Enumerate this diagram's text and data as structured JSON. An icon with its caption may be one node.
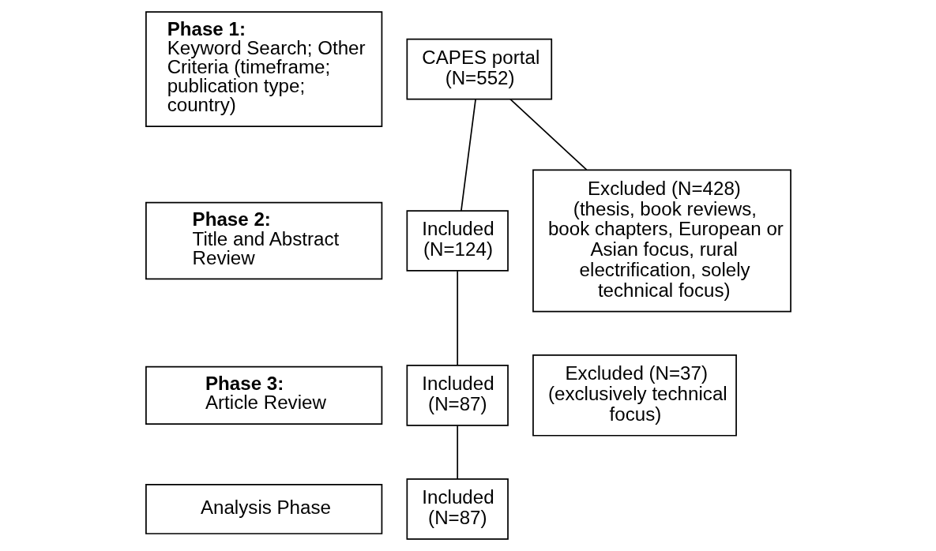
{
  "diagram": {
    "nodes": [
      {
        "text": [
          "Phase 1:",
          "Keyword Search; Other Criteria (timeframe; publication type; country)"
        ]
      },
      {
        "text": [
          "CAPES portal",
          "(N=552)"
        ]
      },
      {
        "text": [
          "Phase 2:",
          "Title and Abstract Review"
        ]
      },
      {
        "text": [
          "Included (N=124)"
        ]
      },
      {
        "text": [
          "Excluded (N=428)",
          "(thesis, book reviews, book chapters, European or Asian focus, rural electrification, solely technical focus)"
        ]
      },
      {
        "text": [
          "Phase 3:",
          "Article Review"
        ]
      },
      {
        "text": [
          "Included (N=87)"
        ]
      },
      {
        "text": [
          "Excluded (N=37)",
          "(exclusively technical focus)"
        ]
      },
      {
        "text": [
          "Analysis Phase"
        ]
      },
      {
        "text": [
          "Included (N=87)"
        ]
      }
    ],
    "edges": [
      {
        "from": 1,
        "to": 3,
        "arrow": "none"
      },
      {
        "from": 1,
        "to": 4,
        "arrow": "none"
      },
      {
        "from": 3,
        "to": 6,
        "arrow": "none"
      },
      {
        "from": 6,
        "to": 9,
        "arrow": "none"
      }
    ]
  }
}
